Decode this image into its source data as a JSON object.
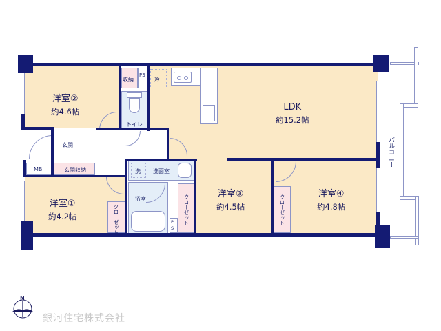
{
  "floorplan": {
    "rooms": {
      "western2": {
        "name": "洋室②",
        "area": "約4.6帖"
      },
      "western1": {
        "name": "洋室①",
        "area": "約4.2帖"
      },
      "western3": {
        "name": "洋室③",
        "area": "約4.5帖"
      },
      "western4": {
        "name": "洋室④",
        "area": "約4.8帖"
      },
      "ldk": {
        "name": "LDK",
        "area": "約15.2帖"
      }
    },
    "labels": {
      "storage": "収納",
      "ps": "PS",
      "fridge": "冷",
      "toilet": "トイレ",
      "entrance": "玄関",
      "entrance_storage": "玄関収納",
      "mb": "MB",
      "washer": "洗",
      "washroom": "洗面室",
      "bathroom": "浴室",
      "closet": "クローゼット",
      "balcony": "バルコニー"
    },
    "colors": {
      "wall": "#141b73",
      "room": "#fbe9c6",
      "wet_area": "#e4eef8",
      "storage": "#fbe3e6"
    }
  },
  "footer": {
    "compass_label": "N",
    "company": "銀河住宅株式会社"
  }
}
